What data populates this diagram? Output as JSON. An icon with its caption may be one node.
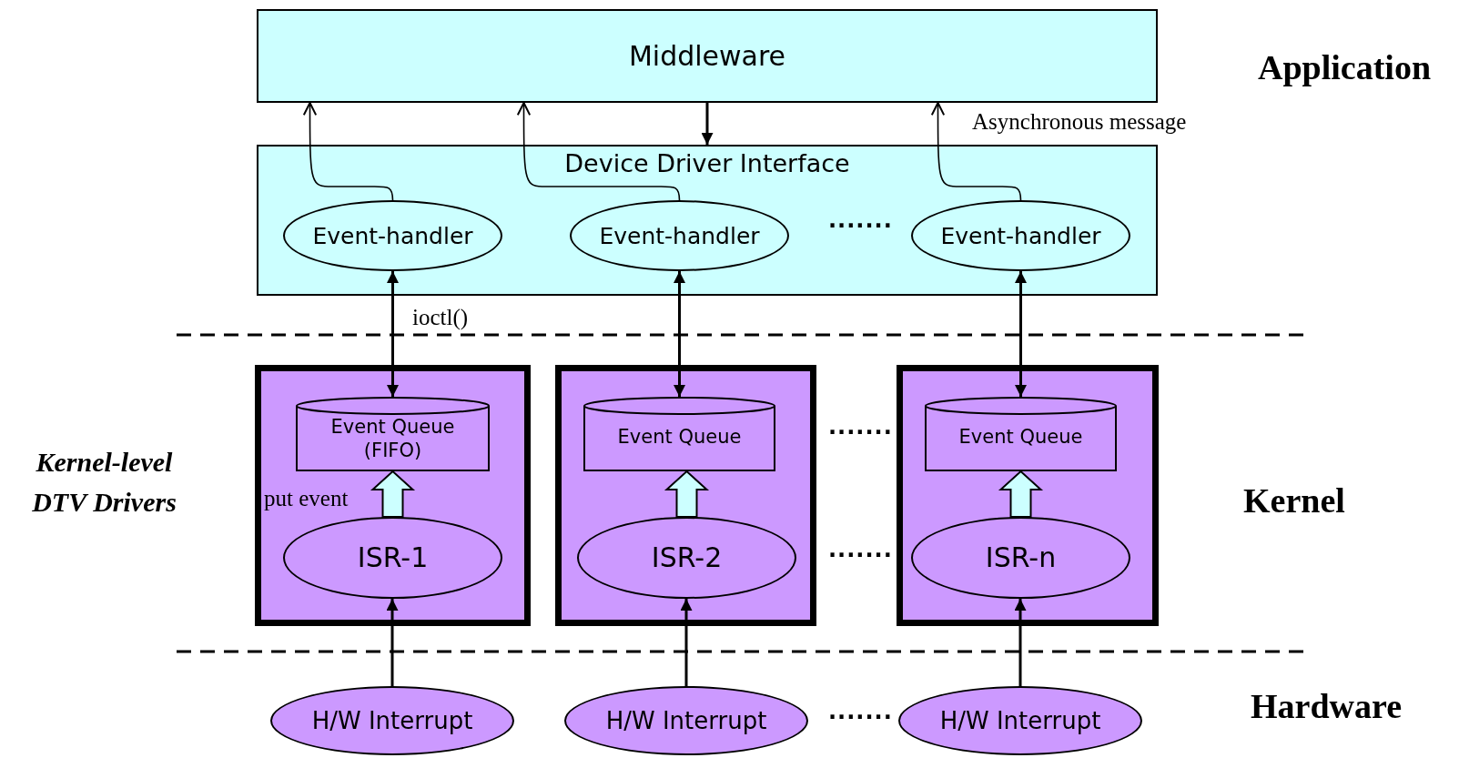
{
  "diagram": {
    "nodes": [
      {
        "text": [
          "Middleware"
        ]
      },
      {
        "text": [
          "Device Driver Interface"
        ]
      },
      {
        "text": [
          "Event-handler"
        ],
        "in": 1
      },
      {
        "text": [
          "Event-handler"
        ],
        "in": 1
      },
      {
        "text": [
          "Event-handler"
        ],
        "in": 1
      },
      {
        "text": [],
        "shape": "box"
      },
      {
        "text": [
          "Event Queue (FIFO)"
        ],
        "in": 5
      },
      {
        "text": [
          "ISR-1"
        ],
        "in": 5
      },
      {
        "text": [],
        "shape": "box"
      },
      {
        "text": [
          "Event Queue"
        ],
        "in": 8
      },
      {
        "text": [
          "ISR-2"
        ],
        "in": 8
      },
      {
        "text": [],
        "shape": "box"
      },
      {
        "text": [
          "Event Queue"
        ],
        "in": 11
      },
      {
        "text": [
          "ISR-n"
        ],
        "in": 11
      },
      {
        "text": [
          "H/W Interrupt"
        ]
      },
      {
        "text": [
          "H/W Interrupt"
        ]
      },
      {
        "text": [
          "H/W Interrupt"
        ]
      }
    ],
    "edges": [
      {
        "from": 0,
        "to": 1,
        "arrow": "to"
      },
      {
        "from": 2,
        "to": 0,
        "arrow": "to"
      },
      {
        "from": 3,
        "to": 0,
        "arrow": "to"
      },
      {
        "from": 4,
        "to": 0,
        "arrow": "to",
        "label": "Asynchronous message"
      },
      {
        "from": 2,
        "to": 6,
        "arrow": "both",
        "label": "ioctl()"
      },
      {
        "from": 3,
        "to": 9,
        "arrow": "both"
      },
      {
        "from": 4,
        "to": 12,
        "arrow": "both"
      },
      {
        "from": 7,
        "to": 6,
        "arrow": "to",
        "label": "put event",
        "style": "thick"
      },
      {
        "from": 10,
        "to": 9,
        "arrow": "to",
        "style": "thick"
      },
      {
        "from": 13,
        "to": 12,
        "arrow": "to",
        "style": "thick"
      },
      {
        "from": 14,
        "to": 7,
        "arrow": "to"
      },
      {
        "from": 15,
        "to": 10,
        "arrow": "to"
      },
      {
        "from": 16,
        "to": 13,
        "arrow": "to"
      }
    ],
    "labels": [
      "Application",
      ".......",
      ".......",
      "Kernel-level DTV Drivers",
      "Kernel",
      ".......",
      "Hardware",
      "......."
    ]
  }
}
